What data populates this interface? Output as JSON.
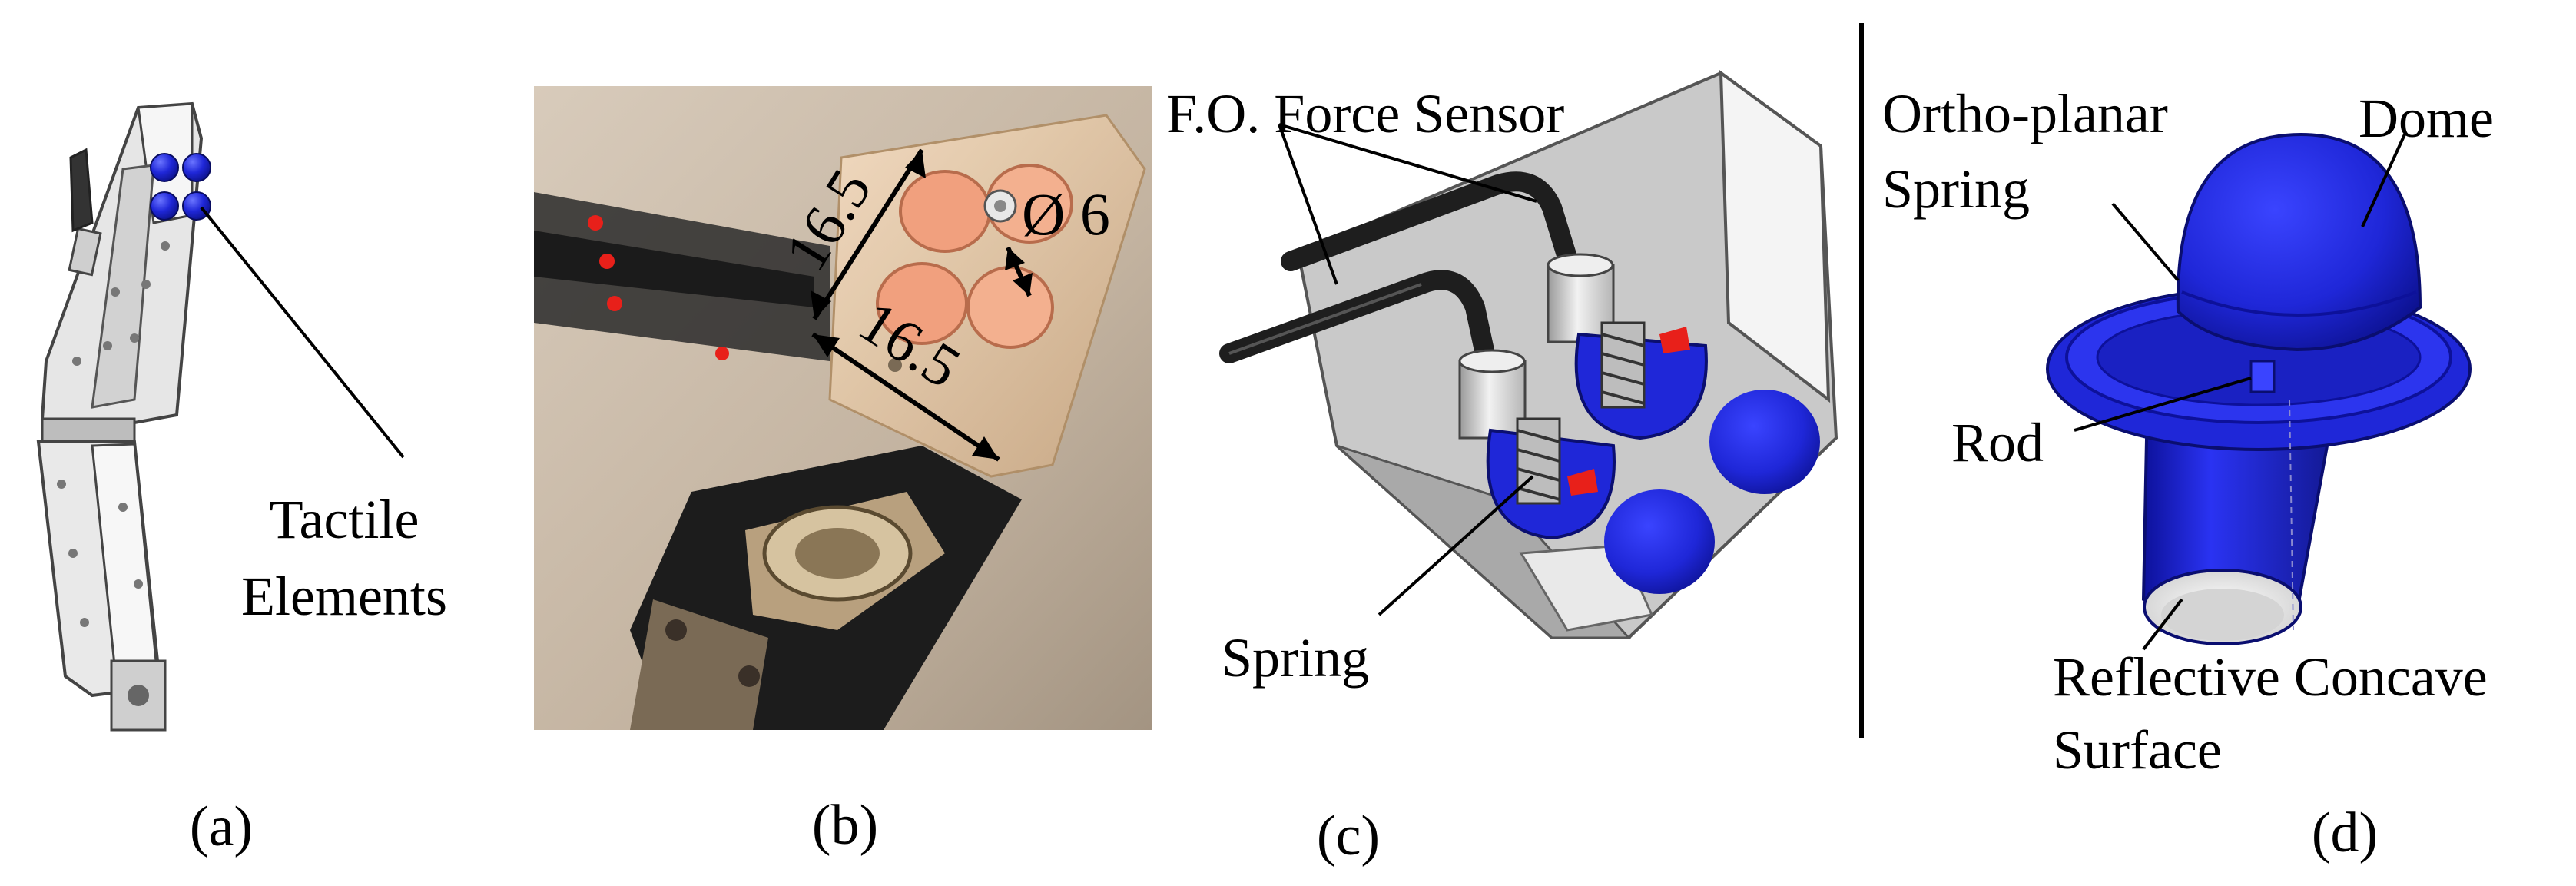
{
  "colors": {
    "tactile_blue": "#1f27d8",
    "tactile_blue_dark": "#0d119a",
    "tactile_blue_light": "#4a55f0",
    "sensor_red": "#e8201a",
    "cad_gray": "#c9c9c9",
    "cad_gray_dark": "#8e8e8e",
    "cable_black": "#1e1e1e",
    "photo_bg": "#cdbfae"
  },
  "panels": {
    "a": {
      "caption": "(a)",
      "labels": {
        "tactile_line1": "Tactile",
        "tactile_line2": "Elements"
      }
    },
    "b": {
      "caption": "(b)",
      "labels": {
        "dim_height": "16.5",
        "dim_width": "16.5",
        "dim_diameter": "Ø 6"
      }
    },
    "c": {
      "caption": "(c)",
      "labels": {
        "fo_force_sensor": "F.O. Force Sensor",
        "spring": "Spring"
      }
    },
    "d": {
      "caption": "(d)",
      "labels": {
        "ortho_line1": "Ortho-planar",
        "ortho_line2": "Spring",
        "dome": "Dome",
        "rod": "Rod",
        "reflective_line1": "Reflective Concave",
        "reflective_line2": "Surface"
      }
    }
  }
}
